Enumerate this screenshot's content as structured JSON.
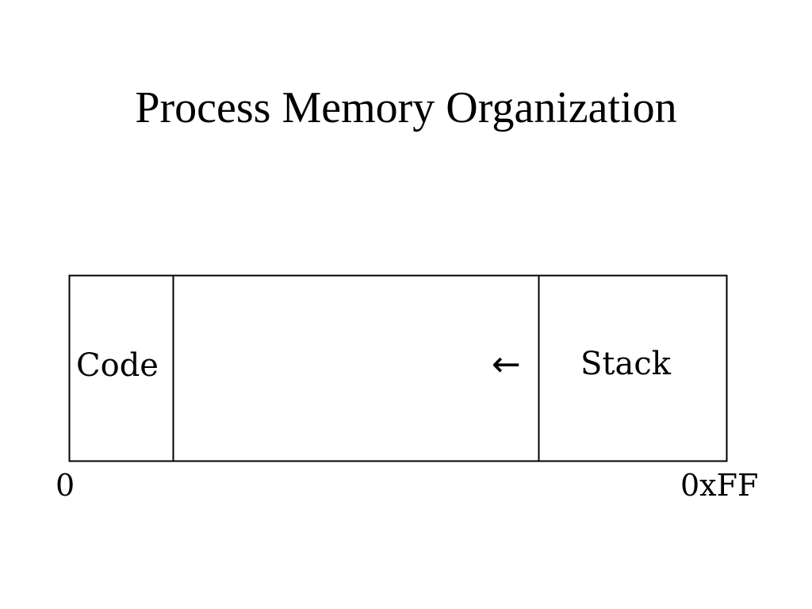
{
  "title": "Process Memory Organization",
  "memory": {
    "segments": {
      "code": "Code",
      "middle": "",
      "stack": "Stack"
    },
    "stack_growth_arrow": "←",
    "address_start": "0",
    "address_end": "0xFF"
  }
}
